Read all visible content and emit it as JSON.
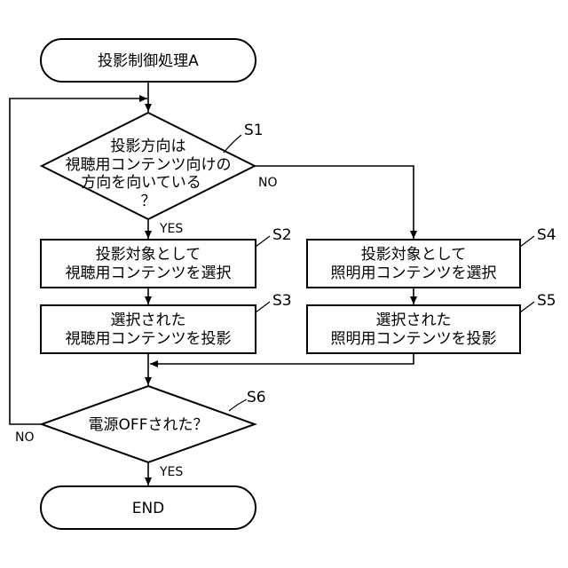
{
  "flowchart": {
    "start": {
      "label": "投影制御処理A"
    },
    "decision1": {
      "step": "S1",
      "lines": [
        "投影方向は",
        "視聴用コンテンツ向けの",
        "方向を向いている",
        "？"
      ],
      "yes_label": "YES",
      "no_label": "NO"
    },
    "step2": {
      "step": "S2",
      "lines": [
        "投影対象として",
        "視聴用コンテンツを選択"
      ]
    },
    "step3": {
      "step": "S3",
      "lines": [
        "選択された",
        "視聴用コンテンツを投影"
      ]
    },
    "step4": {
      "step": "S4",
      "lines": [
        "投影対象として",
        "照明用コンテンツを選択"
      ]
    },
    "step5": {
      "step": "S5",
      "lines": [
        "選択された",
        "照明用コンテンツを投影"
      ]
    },
    "decision6": {
      "step": "S6",
      "label": "電源OFFされた？",
      "yes_label": "YES",
      "no_label": "NO"
    },
    "end": {
      "label": "END"
    }
  }
}
